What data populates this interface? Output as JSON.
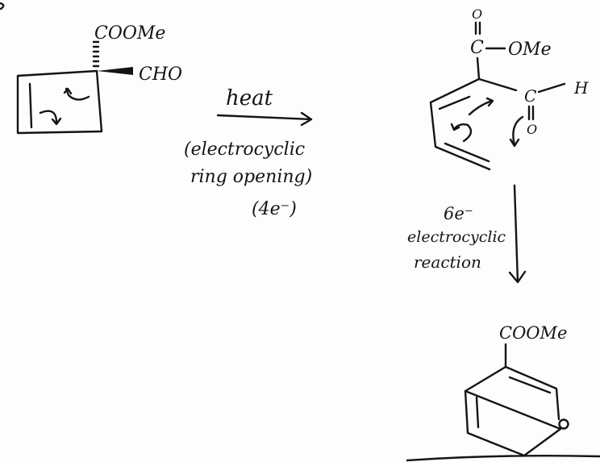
{
  "reactant": {
    "top_group": "COOMe",
    "side_group": "CHO"
  },
  "step1": {
    "reagent": "heat",
    "note_line1": "(electrocyclic",
    "note_line2": "ring opening)",
    "note_line3": "(4e⁻)"
  },
  "intermediate": {
    "ester_carbon": "C",
    "ester_oxygen": "O",
    "ester_group": "OMe",
    "aldehyde_carbon": "C",
    "aldehyde_h": "H",
    "aldehyde_oxygen": "O"
  },
  "step2": {
    "label_line1": "6e⁻",
    "label_line2": "electrocyclic",
    "label_line3": "reaction"
  },
  "product": {
    "substituent": "COOMe"
  }
}
